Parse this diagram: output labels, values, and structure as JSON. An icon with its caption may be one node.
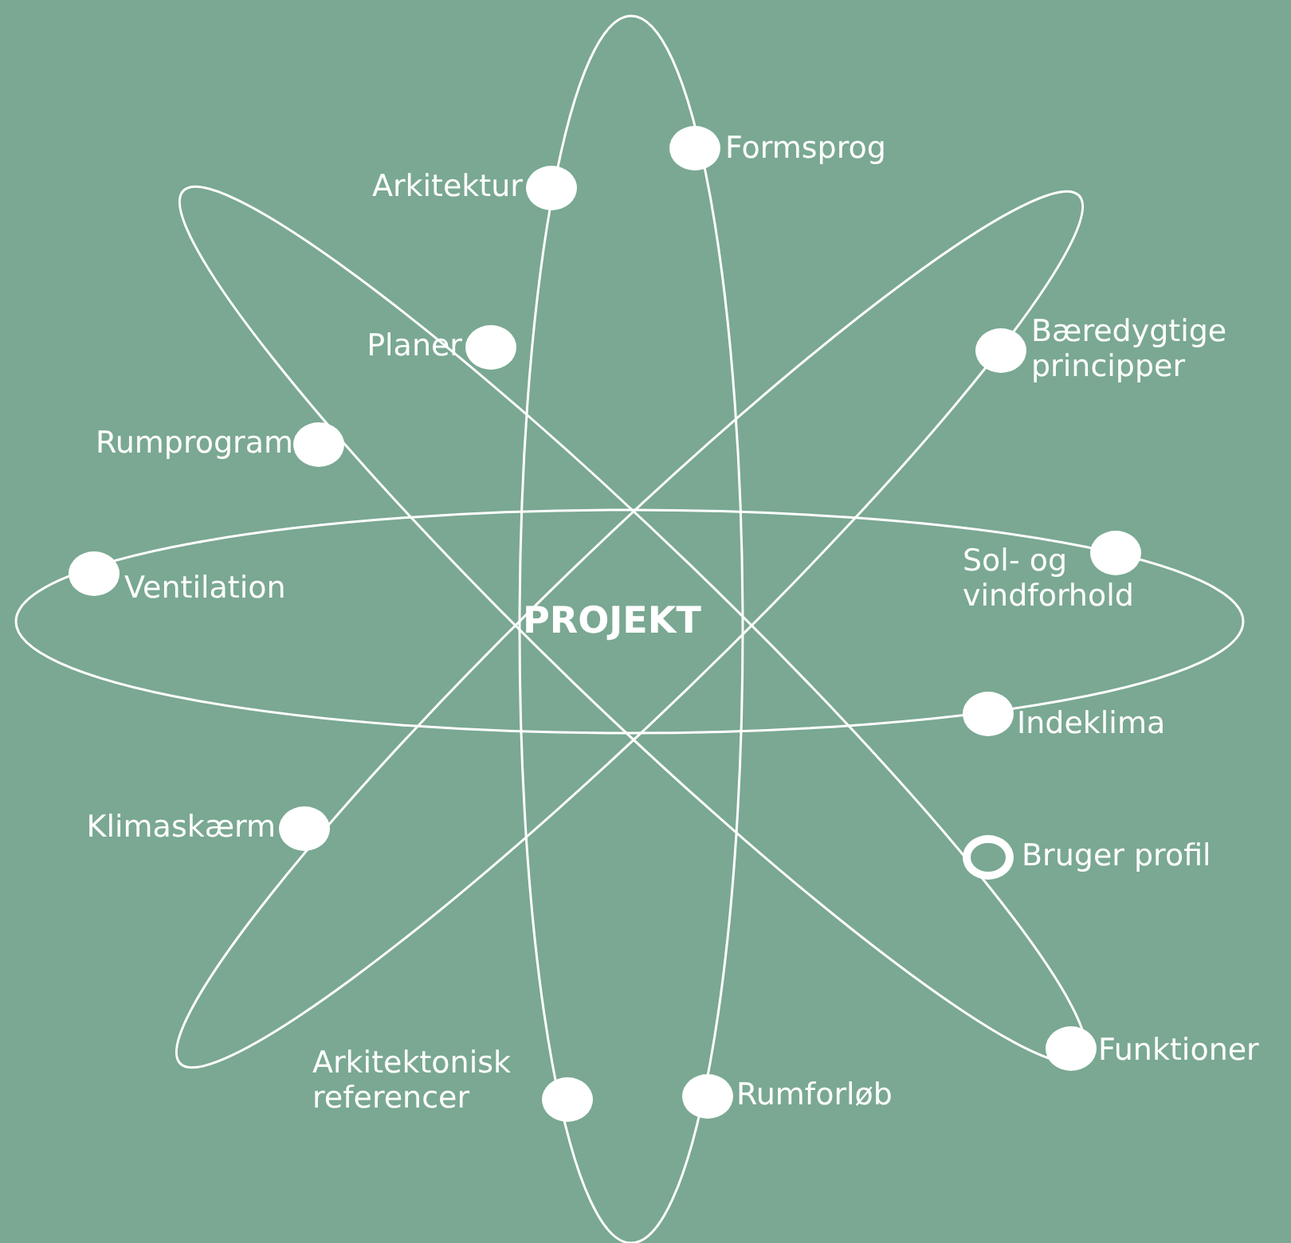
{
  "diagram": {
    "nodes": [
      {
        "text": [
          "Formsprog"
        ]
      },
      {
        "text": [
          "Arkitektur"
        ]
      },
      {
        "text": [
          "Planer"
        ]
      },
      {
        "text": [
          "Bæredygtige principper"
        ]
      },
      {
        "text": [
          "Rumprogram"
        ]
      },
      {
        "text": [
          "Sol- og vindforhold"
        ]
      },
      {
        "text": [
          "Ventilation"
        ]
      },
      {
        "text": [
          "Indeklima"
        ]
      },
      {
        "text": [
          "Klimaskærm"
        ]
      },
      {
        "text": [
          "Bruger profil"
        ]
      },
      {
        "text": [
          "Funktioner"
        ]
      },
      {
        "text": [
          "Arkitektonisk referencer"
        ]
      },
      {
        "text": [
          "Rumforløb"
        ]
      }
    ],
    "edges": [],
    "labels": [
      "PROJEKT"
    ]
  }
}
